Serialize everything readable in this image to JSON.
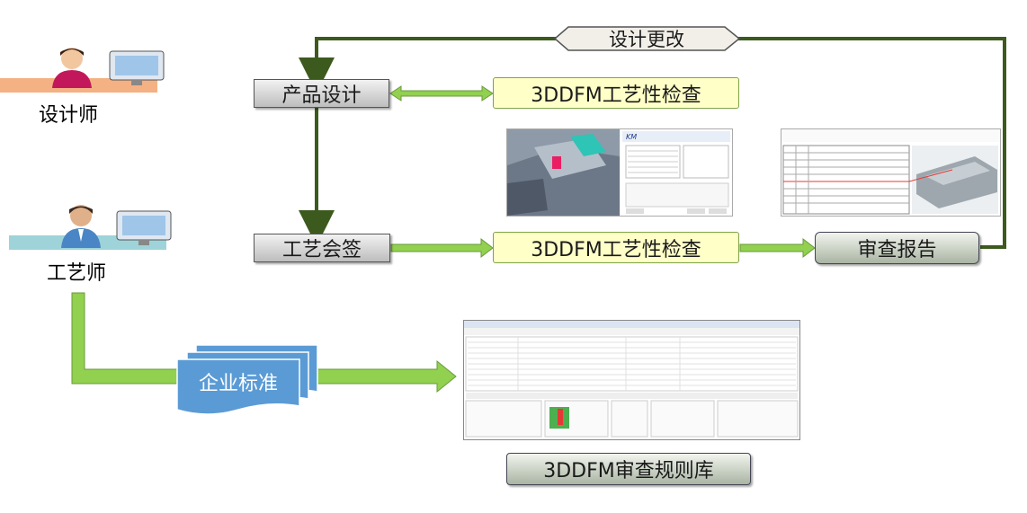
{
  "roles": {
    "designer": "设计师",
    "process_engineer": "工艺师"
  },
  "nodes": {
    "product_design": "产品设计",
    "process_signoff": "工艺会签",
    "dfm_check_top": "3DDFM工艺性检查",
    "dfm_check_bottom": "3DDFM工艺性检查",
    "review_report": "审查报告",
    "rule_library": "3DDFM审查规则库",
    "enterprise_standard": "企业标准",
    "design_change": "设计更改"
  },
  "colors": {
    "flow_line": "#3d5a1e",
    "arrow_fill": "#92d050",
    "doc_fill": "#5b9bd5",
    "designer_band": "#f4b183",
    "engineer_band": "#9dd3d9"
  }
}
